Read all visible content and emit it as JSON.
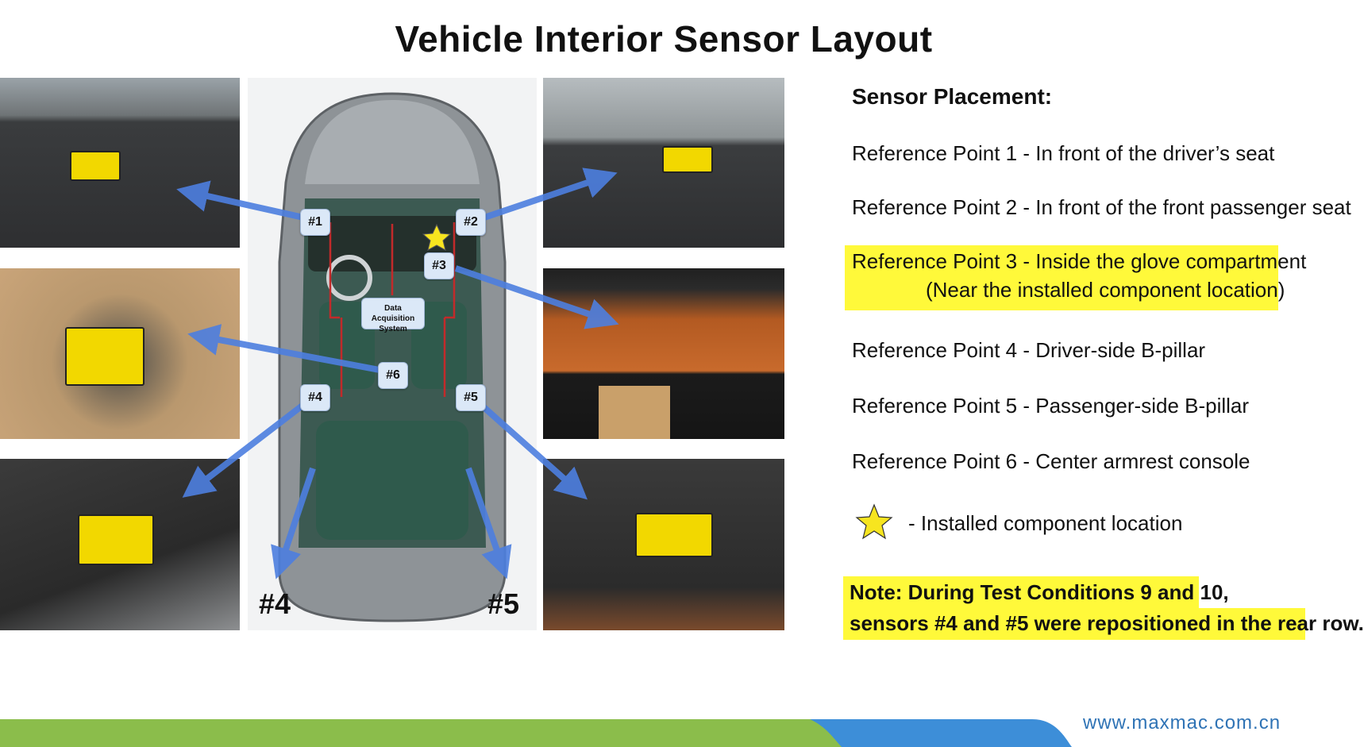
{
  "title": "Vehicle Interior Sensor Layout",
  "placement": {
    "heading": "Sensor Placement:",
    "items": [
      {
        "label": "Reference Point 1 -",
        "desc": "In front of the driver’s seat"
      },
      {
        "label": "Reference Point 2 -",
        "desc": "In front of the front passenger seat"
      },
      {
        "label": "Reference Point 3 -",
        "desc": "Inside the glove compartment",
        "desc2": "(Near the installed component location)"
      },
      {
        "label": "Reference Point 4 -",
        "desc": "Driver-side B-pillar"
      },
      {
        "label": "Reference Point 5 -",
        "desc": "Passenger-side B-pillar"
      },
      {
        "label": "Reference Point 6 -",
        "desc": "Center armrest console"
      }
    ],
    "legend_star": "-   Installed component location"
  },
  "note": {
    "line1": "Note: During Test Conditions 9 and 10,",
    "line2": "sensors #4 and #5 were repositioned in the rear row."
  },
  "diagram": {
    "callouts": [
      "#1",
      "#2",
      "#3",
      "#4",
      "#5",
      "#6"
    ],
    "das_label_1": "Data Acquisition",
    "das_label_2": "System",
    "rear_left": "#4",
    "rear_right": "#5"
  },
  "footer": {
    "url": "www.maxmac.com.cn"
  },
  "colors": {
    "highlight": "#fff93a",
    "arrow": "#4d7fe0",
    "callout_bg": "#dbe8f7",
    "footer_green": "#8bbd4b",
    "footer_blue": "#3d8ed8",
    "url": "#2f73b5",
    "seat": "#2f5a4c"
  }
}
